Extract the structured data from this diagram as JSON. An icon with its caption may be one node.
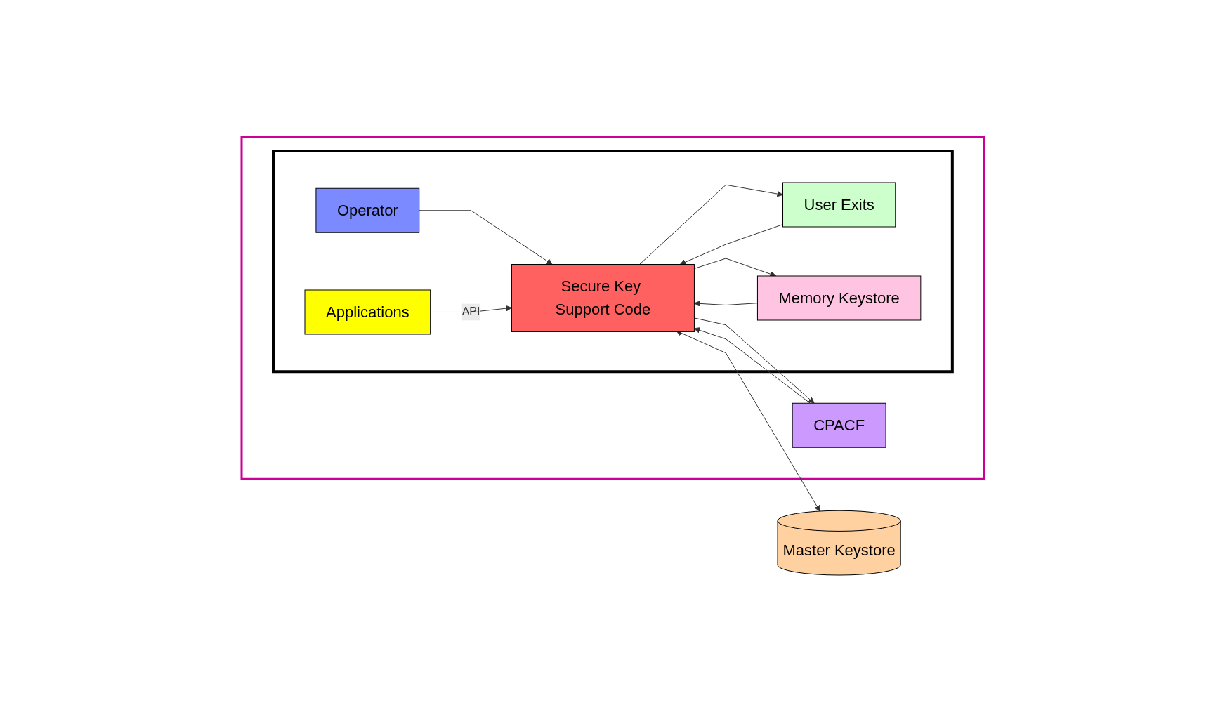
{
  "diagram": {
    "nodes": [
      {
        "text": [],
        "shape": "box"
      },
      {
        "text": [],
        "shape": "box",
        "in": 0
      },
      {
        "text": [
          "Operator"
        ],
        "in": 1
      },
      {
        "text": [
          "Applications"
        ],
        "in": 1
      },
      {
        "text": [
          "User Exits"
        ],
        "in": 1
      },
      {
        "text": [
          "Memory Keystore"
        ],
        "in": 1
      },
      {
        "text": [
          "Secure Key Support Code"
        ],
        "in": 1
      },
      {
        "text": [
          "CPACF"
        ],
        "in": 0
      },
      {
        "text": [
          "Master Keystore"
        ]
      }
    ],
    "edges": [
      {
        "from": 2,
        "to": 6,
        "arrow": "to"
      },
      {
        "from": 3,
        "to": 6,
        "arrow": "to",
        "label": "API"
      },
      {
        "from": 6,
        "to": 4,
        "arrow": "to"
      },
      {
        "from": 4,
        "to": 6,
        "arrow": "to"
      },
      {
        "from": 6,
        "to": 5,
        "arrow": "to"
      },
      {
        "from": 5,
        "to": 6,
        "arrow": "to"
      },
      {
        "from": 6,
        "to": 7,
        "arrow": "to"
      },
      {
        "from": 7,
        "to": 6,
        "arrow": "to"
      },
      {
        "from": 6,
        "to": 8,
        "arrow": "both"
      }
    ]
  }
}
